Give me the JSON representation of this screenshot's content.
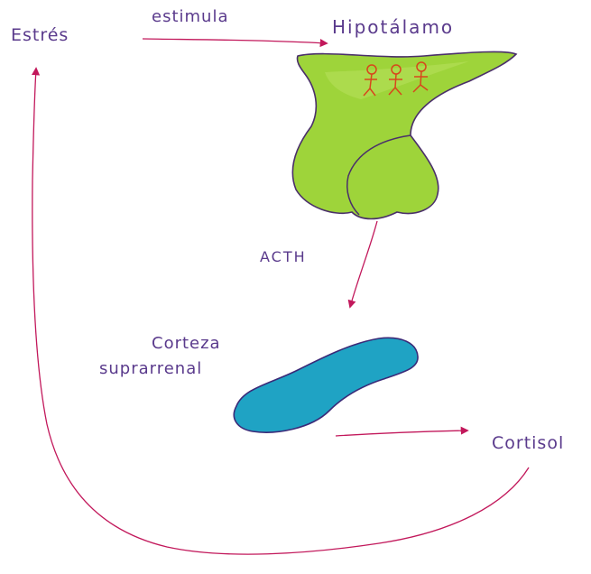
{
  "labels": {
    "estres": "Estrés",
    "estimula": "estimula",
    "hipotalamo": "Hipotálamo",
    "acth": "ACTH",
    "corteza": "Corteza",
    "suprarrenal": "suprarrenal",
    "cortisol": "Cortisol"
  },
  "colors": {
    "text": "#5a3a8c",
    "arrow": "#c2185b",
    "hypothalamus_fill": "#9ed43a",
    "hypothalamus_outline": "#4a2f6a",
    "adrenal_fill": "#1fa3c4",
    "adrenal_outline": "#3a2a78",
    "neuron": "#d8461c"
  }
}
